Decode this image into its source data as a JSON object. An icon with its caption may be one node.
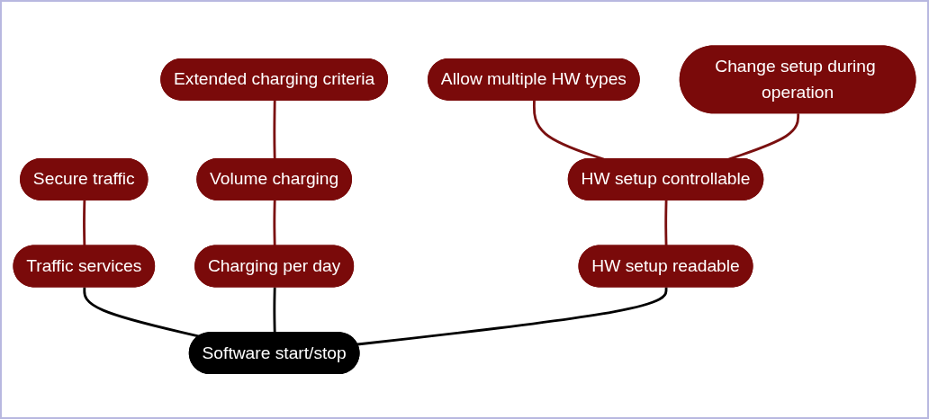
{
  "diagram": {
    "nodes": [
      {
        "text": [
          "Extended charging criteria"
        ]
      },
      {
        "text": [
          "Secure traffic"
        ]
      },
      {
        "text": [
          "Allow multiple HW types"
        ]
      },
      {
        "text": [
          "Change setup during operation"
        ]
      },
      {
        "text": [
          "Volume charging"
        ]
      },
      {
        "text": [
          "HW setup controllable"
        ]
      },
      {
        "text": [
          "Charging per day"
        ]
      },
      {
        "text": [
          "Traffic services"
        ]
      },
      {
        "text": [
          "HW setup readable"
        ]
      },
      {
        "text": [
          "Software start/stop"
        ]
      }
    ],
    "edges": [
      {
        "from": 9,
        "to": 6,
        "arrow": "none",
        "color": "#000000"
      },
      {
        "from": 9,
        "to": 7,
        "arrow": "none",
        "color": "#000000"
      },
      {
        "from": 9,
        "to": 8,
        "arrow": "none",
        "color": "#000000"
      },
      {
        "from": 6,
        "to": 4,
        "arrow": "none"
      },
      {
        "from": 4,
        "to": 0,
        "arrow": "none"
      },
      {
        "from": 7,
        "to": 1,
        "arrow": "none"
      },
      {
        "from": 8,
        "to": 5,
        "arrow": "none"
      },
      {
        "from": 5,
        "to": 2,
        "arrow": "none"
      },
      {
        "from": 5,
        "to": 3,
        "arrow": "none"
      }
    ]
  }
}
